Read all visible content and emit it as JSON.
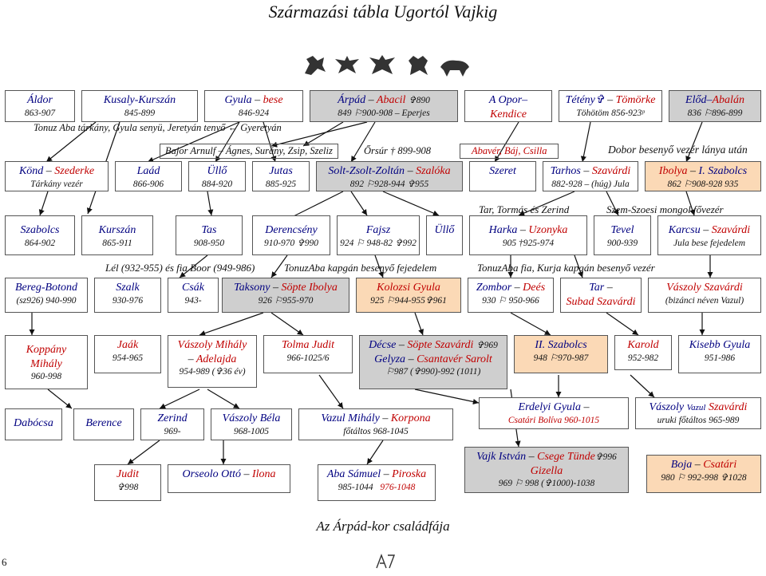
{
  "title": "Származási tábla Ugortól Vajkig",
  "footer": "Az Árpád-kor családfája",
  "page_number": "6",
  "icons": [
    "griffin-icon",
    "eagle-icon",
    "eagle-icon",
    "lion-icon",
    "boar-icon"
  ],
  "boxes": [
    {
      "name": "aldor",
      "n1": "Áldor",
      "d": "863-907"
    },
    {
      "name": "kusaly",
      "n1": "Kusaly-Kurszán",
      "d": "845-899"
    },
    {
      "name": "gyula",
      "n1": "Gyula",
      "sep": " – ",
      "n2": "bese",
      "d": "846-924"
    },
    {
      "name": "arpad",
      "n1": "Árpád",
      "sep": " – ",
      "n2": "Abacil",
      "extra": "✞890",
      "d": "849 ⚐900-908 – Eperjes"
    },
    {
      "name": "opor",
      "n1": "A Opor–",
      "d": "Kendice"
    },
    {
      "name": "teteny",
      "n1": "Tétény✞",
      "sep": " – ",
      "n2": "Tömörke",
      "d": "Töhötöm 856-923ᵖ"
    },
    {
      "name": "elod",
      "n1": "Előd–",
      "n2": "Abalán",
      "d": "836 ⚐896-899"
    },
    {
      "name": "kond",
      "n1": "Könd",
      "sep": " – ",
      "n2": "Szederke",
      "d": "Tárkány vezér"
    },
    {
      "name": "laad",
      "n1": "Laád",
      "d": "866-906"
    },
    {
      "name": "ullo1",
      "n1": "Üllő",
      "d": "884-920"
    },
    {
      "name": "jutas",
      "n1": "Jutas",
      "d": "885-925"
    },
    {
      "name": "solt",
      "n1": "Solt-Zsolt-Zoltán",
      "sep": " – ",
      "n2": "Szalóka",
      "d": "892 ⚐928-944 ✞955"
    },
    {
      "name": "szeret",
      "n1": "Szeret"
    },
    {
      "name": "tarhos",
      "n1": "Tarhos",
      "sep": " – ",
      "n2": "Szavárdi",
      "d": "882-928 – (húg) Jula"
    },
    {
      "name": "ibolya",
      "n1": "Ibolya",
      "sep": " – ",
      "n2": "I. Szabolcs",
      "d": "862 ⚐908-928 935"
    },
    {
      "name": "szabolcs",
      "n1": "Szabolcs",
      "d": "864-902"
    },
    {
      "name": "kurszan",
      "n1": "Kurszán",
      "d": "865-911"
    },
    {
      "name": "tas",
      "n1": "Tas",
      "d": "908-950"
    },
    {
      "name": "derencseny",
      "n1": "Derencsény",
      "d": "910-970 ✞990"
    },
    {
      "name": "fajsz",
      "n1": "Fajsz",
      "d": "924 ⚐ 948-82 ✞992"
    },
    {
      "name": "ullo2",
      "n1": "Üllő"
    },
    {
      "name": "harka",
      "n1": "Harka",
      "sep": " – ",
      "n2": "Uzonyka",
      "d": "905 †925-974"
    },
    {
      "name": "tevel",
      "n1": "Tevel",
      "d": "900-939"
    },
    {
      "name": "karcsu",
      "n1": "Karcsu",
      "sep": " – ",
      "n2": "Szavárdi",
      "d": "Jula bese fejedelem"
    },
    {
      "name": "bereg",
      "n1": "Bereg-Botond",
      "d": "(sz926) 940-990"
    },
    {
      "name": "szalk",
      "n1": "Szalk",
      "d": "930-976"
    },
    {
      "name": "csak",
      "n1": "Csák",
      "d": "943-"
    },
    {
      "name": "taksony",
      "n1": "Taksony",
      "sep": " – ",
      "n2": "Söpte Ibolya",
      "d": "926 ⚐955-970"
    },
    {
      "name": "kolozsi",
      "n1": "Kolozsi Gyula",
      "d": "925 ⚐944-955✞961"
    },
    {
      "name": "zombor",
      "n1": "Zombor",
      "sep": " – ",
      "n2": "Deés",
      "d": "930 ⚐ 950-966"
    },
    {
      "name": "tar",
      "n1": "Tar",
      "sep": " – ",
      "n2": "",
      "d": "Subad Szavárdi"
    },
    {
      "name": "vaszoly1",
      "n1": "Vászoly Szavárdi",
      "d": "(bizánci néven Vazul)"
    },
    {
      "name": "koppany",
      "n1": "Koppány",
      "n1b": "Mihály",
      "d": "960-998"
    },
    {
      "name": "jaak",
      "n1": "Jaák",
      "d": "954-965"
    },
    {
      "name": "vaszolymihaly",
      "n1": "Vászoly Mihály",
      "sep": " – ",
      "n2": "Adelajda",
      "d": "954-989 (✞36 év)"
    },
    {
      "name": "tolma",
      "n1": "Tolma",
      "sep": " ",
      "n2": "Judit",
      "d": "966-1025/6"
    },
    {
      "name": "decse",
      "n1": "Décse",
      "sep": " – ",
      "n2": "Söpte Szavárdi",
      "extra": "✞969",
      "n1b": "Gelyza",
      "n2b": "Csantavér Sarolt",
      "d": "⚐987 (✞990)-992 (1011)"
    },
    {
      "name": "iiszabolcs",
      "n1": "II. Szabolcs",
      "d": "948 ⚐970-987"
    },
    {
      "name": "karold",
      "n1": "Karold",
      "d": "952-982"
    },
    {
      "name": "kisebb",
      "n1": "Kisebb Gyula",
      "d": "951-986"
    },
    {
      "name": "dabocsa",
      "n1": "Dabócsa"
    },
    {
      "name": "berence",
      "n1": "Berence"
    },
    {
      "name": "zerind",
      "n1": "Zerind",
      "d": "969-"
    },
    {
      "name": "vaszolybela",
      "n1": "Vászoly Béla",
      "d": "968-1005"
    },
    {
      "name": "vazul",
      "n1": "Vazul Mihály",
      "sep": " – ",
      "n2": "Korpona",
      "d": "főtáltos 968-1045"
    },
    {
      "name": "erdelyi",
      "n1": "Erdelyi Gyula",
      "sep": " – ",
      "n2": "",
      "d": "Csatári Bolíva 960-1015"
    },
    {
      "name": "vaszolyvazul",
      "n1": "Vászoly",
      "n1s": "Vazul",
      "n2": "Szavárdi",
      "d": "uruki főtáltos 965-989"
    },
    {
      "name": "judit",
      "n1": "Judit",
      "d": "✞998"
    },
    {
      "name": "orseolo",
      "n1": "Orseolo Ottó",
      "sep": " – ",
      "n2": "Ilona"
    },
    {
      "name": "abasamuel",
      "n1": "Aba Sámuel",
      "sep": " – ",
      "n2": "Piroska",
      "d": "985-1044",
      "d2": "976-1048"
    },
    {
      "name": "vajk",
      "n1": "Vajk István",
      "sep": " – ",
      "n2": "Csege Tünde",
      "extra": "✞996",
      "n1b": "Gizella",
      "d": "969 ⚐ 998 (✞1000)-1038"
    },
    {
      "name": "boja",
      "n1": "Boja",
      "sep": " – ",
      "n2": "Csatári",
      "d": "980 ⚐ 992-998 ✞1028"
    }
  ],
  "labels": [
    {
      "name": "tonuz-label",
      "text": "Tonuz Aba tárkány, Gyula senyü, Jeretyán tenyő ← Gyeretyán"
    },
    {
      "name": "bajor-label",
      "text": "Bajor Arnulf – Ágnes, Surány, Zsip, Szeliz"
    },
    {
      "name": "orsur-label",
      "text": "Őrsúr † 899-908"
    },
    {
      "name": "abaver-label",
      "text": "Abavér, Báj, Csilla"
    },
    {
      "name": "dobor-label",
      "text": "Dobor besenyő vezér lánya után"
    },
    {
      "name": "tar-tormas-label",
      "text": "Tar, Tormás és Zerind"
    },
    {
      "name": "szem-label",
      "text": "Szem-Szoesi mongol fővezér"
    },
    {
      "name": "lel-label",
      "text": "Lél (932-955) és fia Boor (949-986)"
    },
    {
      "name": "tonuzaba1-label",
      "text": "TonuzAba kapgán besenyő fejedelem"
    },
    {
      "name": "tonuzaba2-label",
      "text": "TonuzAba fia, Kurja kapgán besenyő vezér"
    }
  ]
}
